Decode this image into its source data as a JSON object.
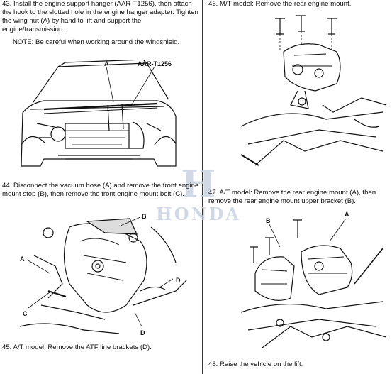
{
  "steps": {
    "s43": {
      "number": "43.",
      "text": "Install the engine support hanger (AAR-T1256), then attach the hook to the slotted hole in the engine hanger adapter. Tighten the wing nut (A) by hand to lift and support the engine/transmission."
    },
    "s43_note": "NOTE: Be careful when working around the windshield.",
    "s44": {
      "number": "44.",
      "text": "Disconnect the vacuum hose (A) and remove the front engine mount stop (B), then remove the front engine mount bolt (C)."
    },
    "s45": {
      "number": "45.",
      "text": "A/T model: Remove the ATF line brackets (D)."
    },
    "s46": {
      "number": "46.",
      "text": "M/T model: Remove the rear engine mount."
    },
    "s47": {
      "number": "47.",
      "text": "A/T model: Remove the rear engine mount (A), then remove the rear engine mount upper bracket (B)."
    },
    "s48": {
      "number": "48.",
      "text": "Raise the vehicle on the lift."
    }
  },
  "figure_labels": {
    "fig43": {
      "a": "A",
      "tool": "AAR-T1256"
    },
    "fig44": {
      "b": "B",
      "a": "A",
      "c": "C",
      "d1": "D",
      "d2": "D"
    },
    "fig47": {
      "a": "A",
      "b": "B"
    }
  },
  "watermark": {
    "logo": "H",
    "brand": "HONDA"
  }
}
